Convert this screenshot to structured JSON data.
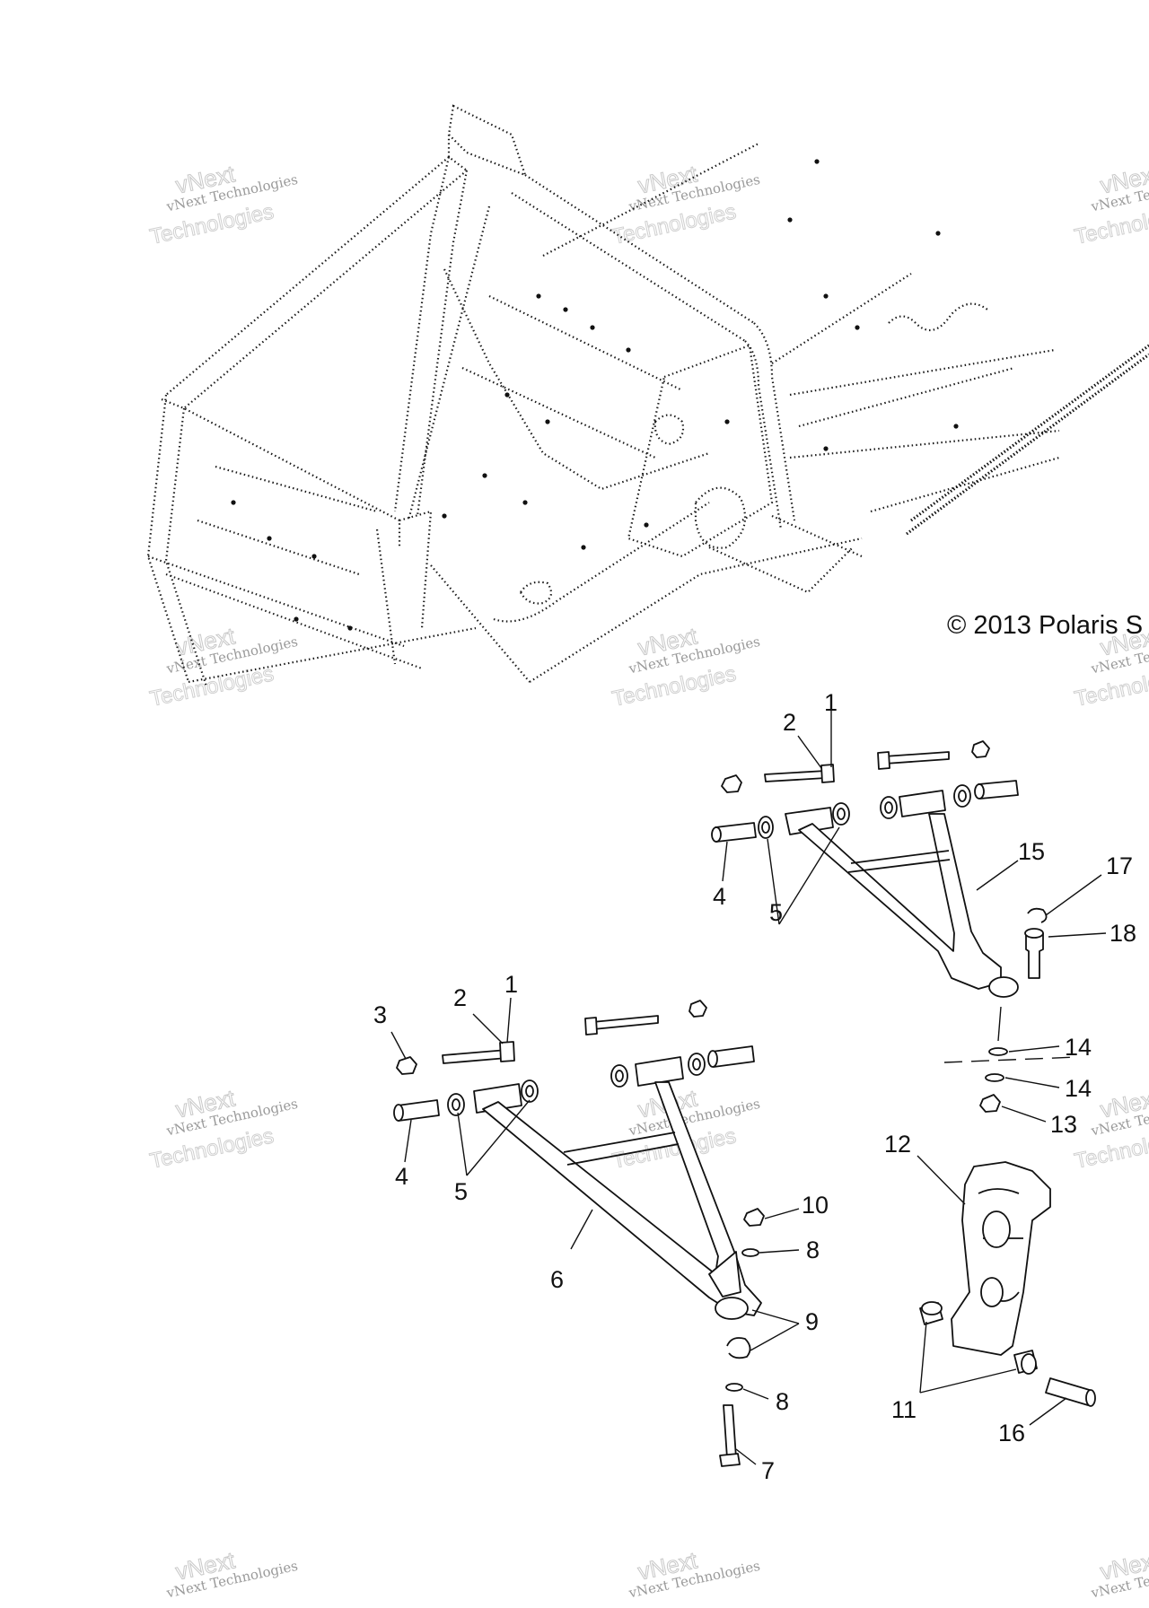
{
  "copyright": "© 2013 Polaris S",
  "watermark": {
    "line1": "vNext",
    "line2": "vNext Technologies",
    "line3": "Technologies"
  },
  "callouts": {
    "upper_1": "1",
    "upper_2": "2",
    "upper_4": "4",
    "upper_5": "5",
    "upper_15": "15",
    "upper_17": "17",
    "upper_18": "18",
    "upper_14a": "14",
    "upper_14b": "14",
    "upper_13": "13",
    "lower_3": "3",
    "lower_2": "2",
    "lower_1": "1",
    "lower_4": "4",
    "lower_5": "5",
    "lower_6": "6",
    "lower_10": "10",
    "lower_8a": "8",
    "lower_9": "9",
    "lower_8b": "8",
    "lower_7": "7",
    "spindle_12": "12",
    "spindle_11": "11",
    "spindle_16": "16"
  }
}
